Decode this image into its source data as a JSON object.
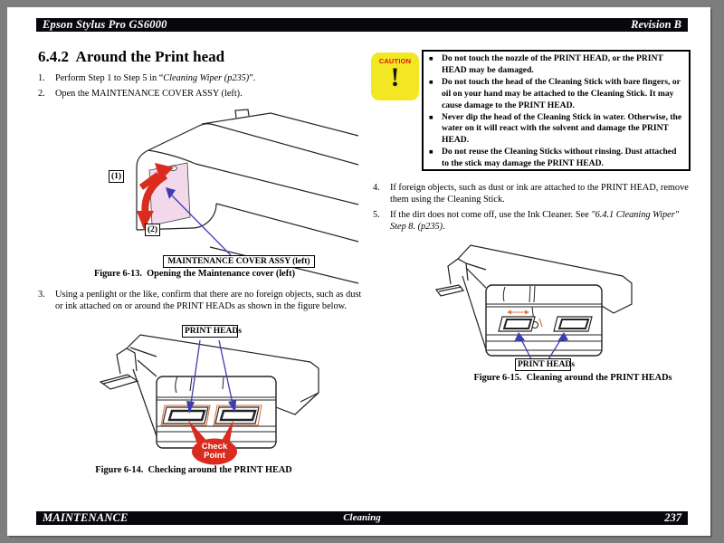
{
  "header": {
    "product": "Epson Stylus Pro GS6000",
    "revision": "Revision B"
  },
  "footer": {
    "section": "MAINTENANCE",
    "subsection": "Cleaning",
    "page_number": "237"
  },
  "content": {
    "section_title": "6.4.2  Around the Print head",
    "steps_left": [
      {
        "num": "1.",
        "pre": "Perform Step 1 to Step 5 in “",
        "em": "Cleaning Wiper (p235)",
        "post": "”."
      },
      {
        "num": "2.",
        "pre": "Open the MAINTENANCE COVER ASSY (left).",
        "em": "",
        "post": ""
      },
      {
        "num": "3.",
        "pre": "Using a penlight or the like, confirm that there are no foreign objects, such as dust or ink attached on or around the PRINT HEADs as shown in the figure below.",
        "em": "",
        "post": ""
      }
    ],
    "steps_right": [
      {
        "num": "4.",
        "pre": "If foreign objects, such as dust or ink are attached to the PRINT HEAD, remove them using the Cleaning Stick.",
        "em": "",
        "post": ""
      },
      {
        "num": "5.",
        "pre": "If the dirt does not come off, use the Ink Cleaner. See ",
        "em": "\"6.4.1 Cleaning Wiper\" Step 8. (p235)",
        "post": "."
      }
    ],
    "caution": {
      "label": "CAUTION",
      "exclamation": "!",
      "bullet": "■",
      "items": [
        "Do not touch the nozzle of the PRINT HEAD, or the PRINT HEAD may be damaged.",
        "Do not touch the head of the Cleaning Stick with bare fingers, or oil on your hand may be attached to the Cleaning Stick. It may cause damage to the PRINT HEAD.",
        "Never dip the head of the Cleaning Stick in water. Otherwise, the water on it will react with the solvent and damage the PRINT HEAD.",
        "Do not reuse the Cleaning Sticks without rinsing. Dust attached to the stick may damage the PRINT HEAD."
      ]
    },
    "figures": {
      "fig13": {
        "label_1": "(1)",
        "label_2": "(2)",
        "callout": "MAINTENANCE COVER ASSY (left)",
        "caption": "Figure 6-13.  Opening the Maintenance cover (left)"
      },
      "fig14": {
        "callout": "PRINT HEADs",
        "badge_line1": "Check",
        "badge_line2": "Point",
        "caption": "Figure 6-14.  Checking around the PRINT HEAD"
      },
      "fig15": {
        "callout": "PRINT HEADs",
        "caption": "Figure 6-15.  Cleaning around the PRINT HEADs"
      }
    },
    "colors": {
      "caution_yellow": "#f2e722",
      "caution_red": "#e01111",
      "arrow_red": "#d92b1e",
      "callout_blue": "#3c3cb4",
      "cover_pink": "#f2d8ea",
      "head_accent_orange": "#e0662d"
    }
  }
}
